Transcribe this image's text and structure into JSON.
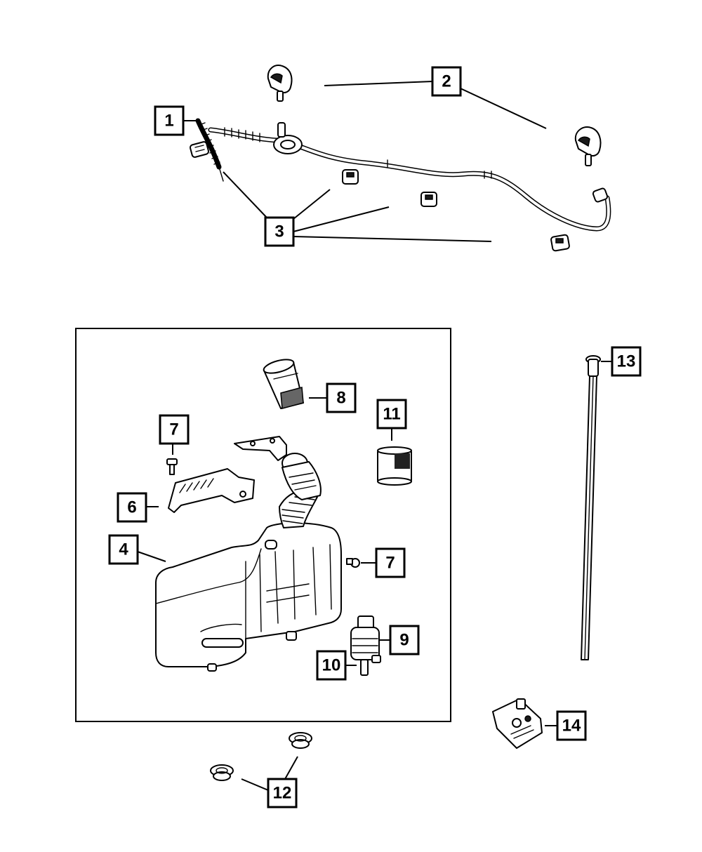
{
  "callouts": {
    "c1": "1",
    "c2": "2",
    "c3": "3",
    "c4": "4",
    "c6": "6",
    "c7a": "7",
    "c7b": "7",
    "c8": "8",
    "c9": "9",
    "c10": "10",
    "c11": "11",
    "c12": "12",
    "c13": "13",
    "c14": "14"
  },
  "colors": {
    "ink": "#000000",
    "paper": "#ffffff"
  }
}
